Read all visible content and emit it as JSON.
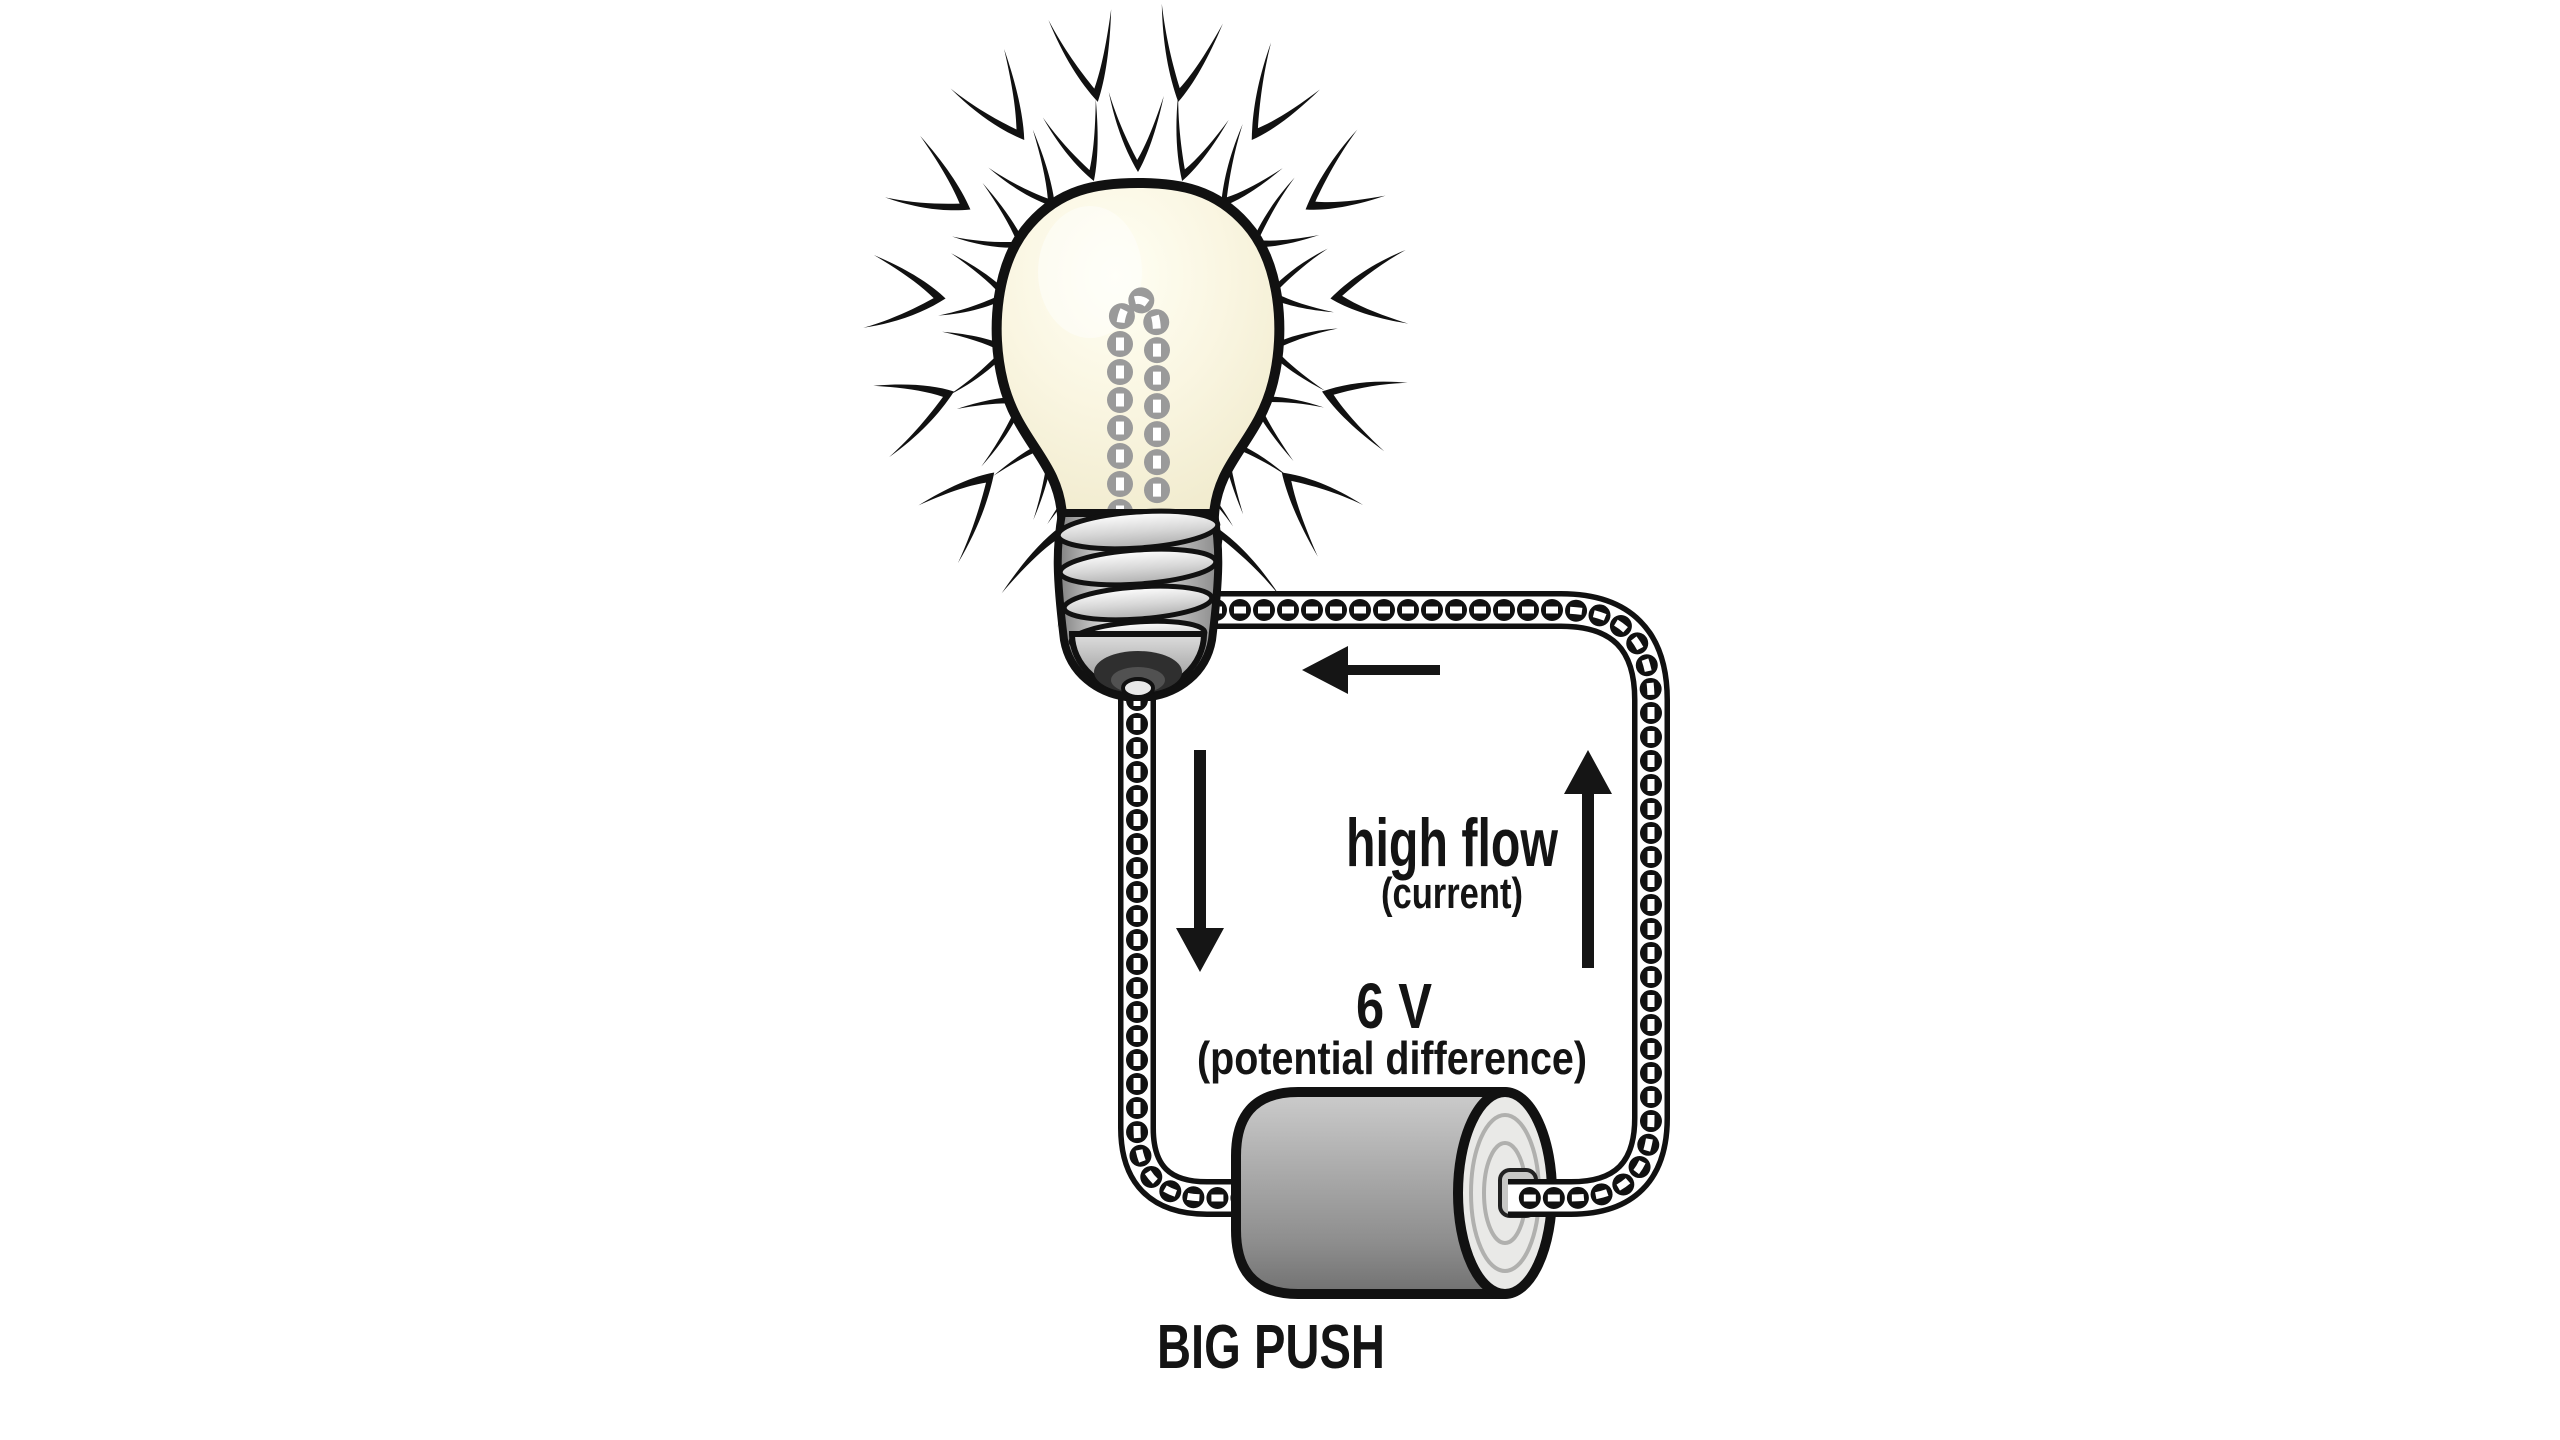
{
  "page": {
    "background": "#ffffff",
    "description": "Educational electric circuit illustration: a 6 V battery pushing high current through a beaded wire loop to light a glowing incandescent bulb"
  },
  "labels": {
    "flow_line1": "high flow",
    "flow_line2": "(current)",
    "voltage_line1": "6 V",
    "voltage_line2": "(potential difference)",
    "battery_caption": "BIG PUSH"
  },
  "components": {
    "bulb": "glowing incandescent light bulb with beaded filament",
    "glow": "radiating spike aura around bulb",
    "wire": "beaded two-rail circuit wire loop",
    "battery": "gray cylindrical battery cell with end terminal nub",
    "arrows": [
      {
        "direction": "left",
        "location": "top of loop"
      },
      {
        "direction": "down",
        "location": "left side of loop"
      },
      {
        "direction": "up",
        "location": "right side of loop"
      }
    ]
  },
  "colors": {
    "ink": "#111111",
    "bulb_glass": "#f5f0d6",
    "filament": "#9a9a9a",
    "metal_base": "#cccccc",
    "battery_body": "#a0a0a0",
    "battery_face": "#e9e9e7"
  }
}
